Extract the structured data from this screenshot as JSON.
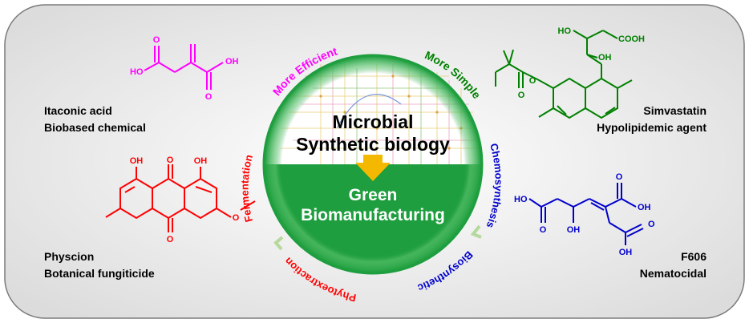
{
  "center": {
    "top_line1": "Microbial",
    "top_line2": "Synthetic biology",
    "bottom_line1": "Green",
    "bottom_line2": "Biomanufacturing"
  },
  "arc_labels": {
    "efficient": "More Efficient",
    "simple": "More Simple",
    "chemosynthesis": "Chemosynthesis",
    "biosynthetic": "Biosynthetic",
    "phytoextraction": "Phytoextraction",
    "fermentation": "Fermentation"
  },
  "compounds": {
    "itaconic": {
      "name": "Itaconic acid",
      "desc": "Biobased chemical",
      "color": "#ff00ff"
    },
    "simvastatin": {
      "name": "Simvastatin",
      "desc": "Hypolipidemic agent",
      "color": "#008000"
    },
    "physcion": {
      "name": "Physcion",
      "desc": "Botanical fungiticide",
      "color": "#ff0000"
    },
    "f606": {
      "name": "F606",
      "desc": "Nematocidal",
      "color": "#0000cc"
    }
  },
  "atoms": {
    "O": "O",
    "OH": "OH",
    "HO": "HO",
    "COOH": "COOH"
  },
  "colors": {
    "green": "#1e9e3e",
    "arrow": "#f5b800",
    "chevron": "#b5d99c"
  }
}
